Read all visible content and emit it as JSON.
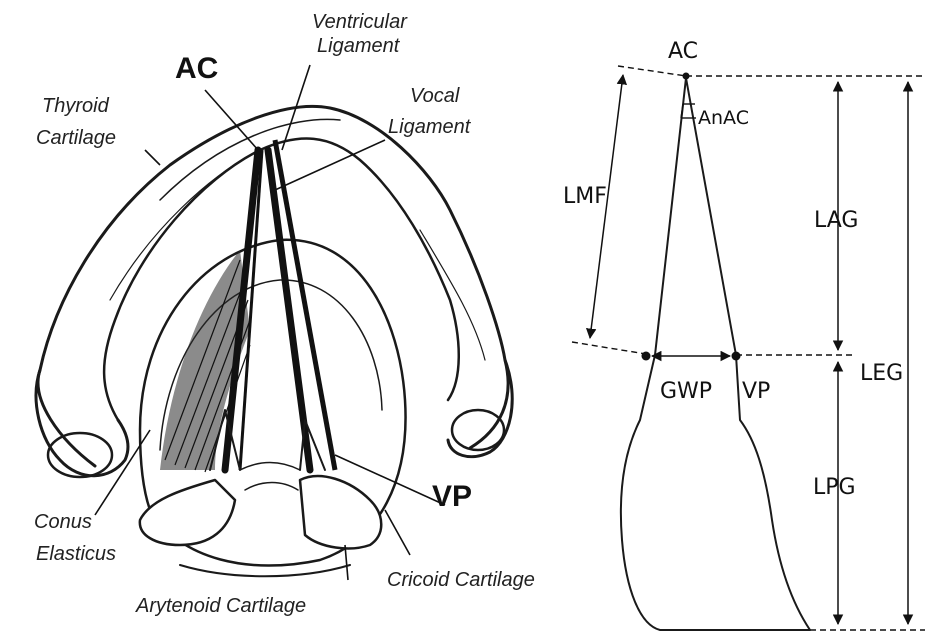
{
  "left_labels": {
    "ventricular_1": "Ventricular",
    "ventricular_2": "Ligament",
    "ac": "AC",
    "vocal_1": "Vocal",
    "vocal_2": "Ligament",
    "thyroid_1": "Thyroid",
    "thyroid_2": "Cartilage",
    "vp": "VP",
    "conus_1": "Conus",
    "conus_2": "Elasticus",
    "cricoid": "Cricoid Cartilage",
    "arytenoid": "Arytenoid Cartilage"
  },
  "right_labels": {
    "ac": "AC",
    "anac": "AnAC",
    "lmf": "LMF",
    "lag": "LAG",
    "leg": "LEG",
    "gwp": "GWP",
    "vp": "VP",
    "lpg": "LPG"
  }
}
